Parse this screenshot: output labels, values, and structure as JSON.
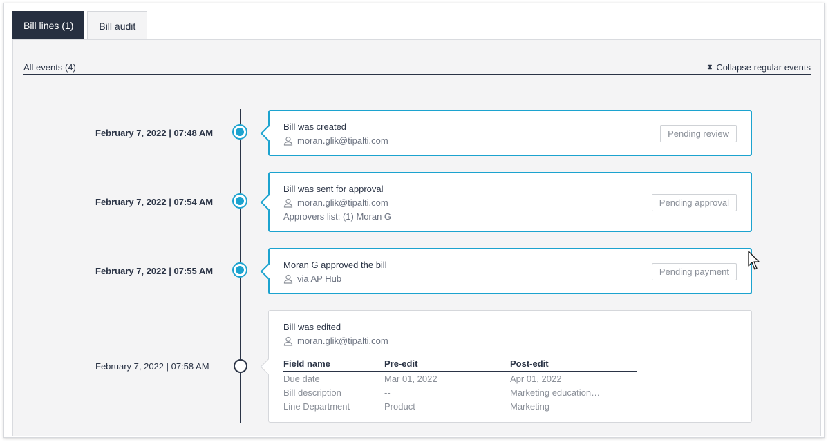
{
  "tabs": [
    {
      "label": "Bill lines (1)",
      "active": true
    },
    {
      "label": "Bill audit",
      "active": false
    }
  ],
  "filter": {
    "all_events": "All events (4)",
    "collapse": "Collapse regular events",
    "collapse_icon": "hourglass-icon"
  },
  "events": [
    {
      "date": "February 7, 2022 | 07:48 AM",
      "title": "Bill was created",
      "user": "moran.glik@tipalti.com",
      "status": "Pending review"
    },
    {
      "date": "February 7, 2022 | 07:54 AM",
      "title": "Bill was sent for approval",
      "user": "moran.glik@tipalti.com",
      "extra": "Approvers list: (1) Moran G",
      "status": "Pending approval"
    },
    {
      "date": "February 7, 2022 | 07:55 AM",
      "title": "Moran G approved the bill",
      "user": "via AP Hub",
      "status": "Pending payment"
    },
    {
      "date": "February 7, 2022 | 07:58 AM",
      "title": "Bill was edited",
      "user": "moran.glik@tipalti.com",
      "table": {
        "headers": [
          "Field name",
          "Pre-edit",
          "Post-edit"
        ],
        "rows": [
          [
            "Due date",
            "Mar 01, 2022",
            "Apr 01, 2022"
          ],
          [
            "Bill description",
            "--",
            "Marketing education…"
          ],
          [
            "Line Department",
            "Product",
            "Marketing"
          ]
        ]
      }
    }
  ],
  "colors": {
    "accent": "#1ca3cf",
    "dark": "#262f40",
    "panel_bg": "#f4f4f5"
  }
}
